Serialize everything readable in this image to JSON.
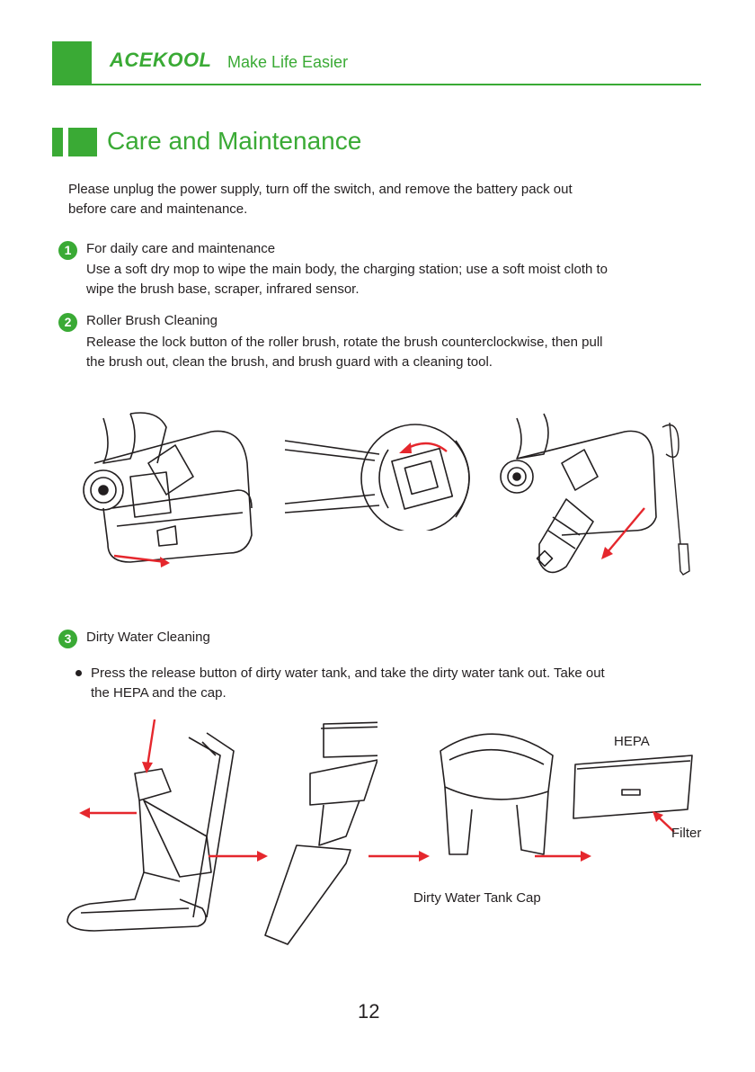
{
  "header": {
    "brand": "ACEKOOL",
    "tagline": "Make Life Easier"
  },
  "title": "Care and Maintenance",
  "intro": [
    "Please unplug the power supply, turn off the switch, and remove the battery pack out",
    "before care and maintenance."
  ],
  "sections": [
    {
      "number": "1",
      "heading": "For daily care and maintenance",
      "lines": [
        "Use a soft dry mop to wipe the main body, the charging station; use a soft moist cloth to",
        "wipe the brush base, scraper, infrared sensor."
      ]
    },
    {
      "number": "2",
      "heading": "Roller Brush Cleaning",
      "lines": [
        "Release the lock button of the roller brush, rotate the brush counterclockwise, then pull",
        "the brush out, clean the brush, and brush guard with a cleaning tool."
      ]
    },
    {
      "number": "3",
      "heading": "Dirty Water Cleaning",
      "lines": [
        "Press the release button of dirty water tank, and take the dirty water tank out. Take out",
        "the HEPA and the cap."
      ]
    }
  ],
  "labels": {
    "hepa": "HEPA",
    "filter": "Filter",
    "cap": "Dirty Water Tank Cap"
  },
  "page_number": "12",
  "colors": {
    "brand": "#3aaa35",
    "arrow": "#e5272d"
  }
}
